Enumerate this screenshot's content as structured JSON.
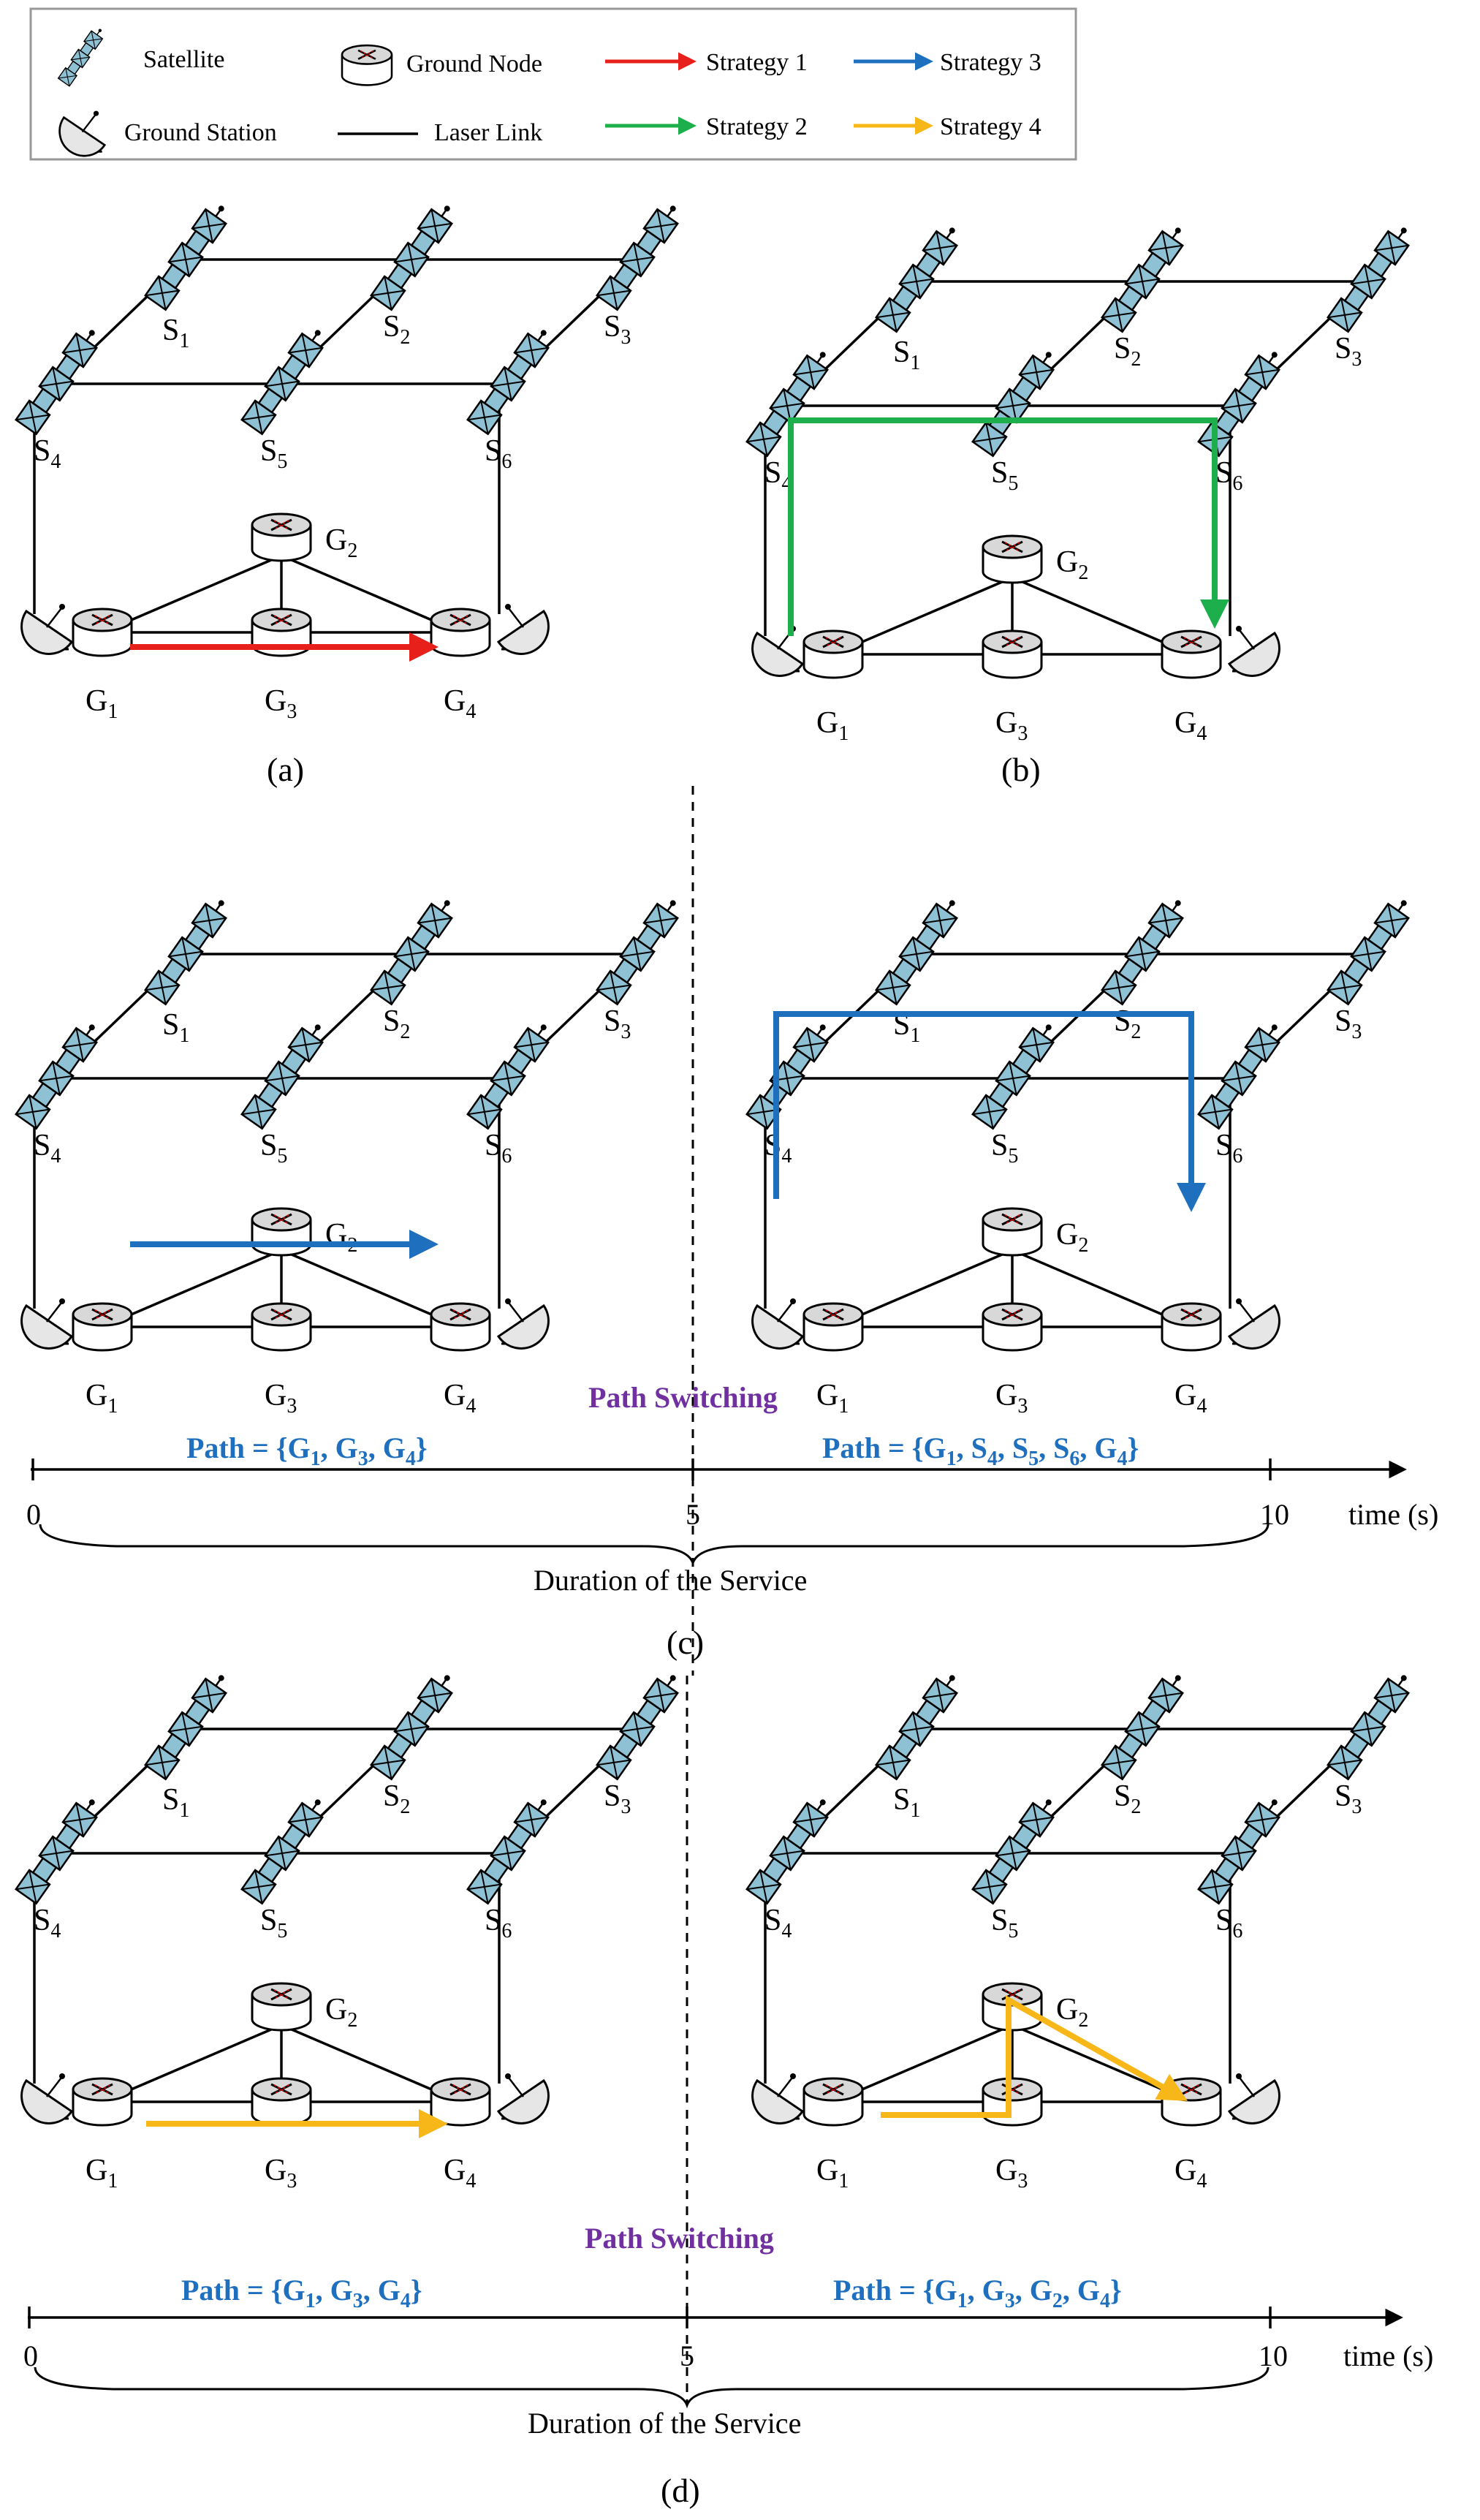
{
  "legend": {
    "satellite": "Satellite",
    "ground_node": "Ground Node",
    "ground_station": "Ground Station",
    "laser_link": "Laser Link",
    "strategy1": "Strategy 1",
    "strategy2": "Strategy 2",
    "strategy3": "Strategy 3",
    "strategy4": "Strategy 4"
  },
  "colors": {
    "strategy1": "#E8201C",
    "strategy2": "#1DAF4B",
    "strategy3": "#1F6FBF",
    "strategy4": "#F7B718",
    "satellite_body": "#8FC1D4",
    "path_text": "#1F6FBF",
    "switch_text": "#7030A0"
  },
  "node_labels": {
    "satellites": [
      "S1",
      "S2",
      "S3",
      "S4",
      "S5",
      "S6"
    ],
    "ground": [
      "G1",
      "G2",
      "G3",
      "G4"
    ]
  },
  "captions": [
    "(a)",
    "(b)",
    "(c)",
    "(d)"
  ],
  "timeline_c": {
    "switch_label": "Path Switching",
    "path_before": "Path = {G1, G3, G4}",
    "path_after": "Path = {G1, S4, S5, S6, G4}",
    "ticks": [
      "0",
      "5",
      "10"
    ],
    "axis_label": "time (s)",
    "duration_label": "Duration of the Service"
  },
  "timeline_d": {
    "switch_label": "Path Switching",
    "path_before": "Path = {G1, G3, G4}",
    "path_after": "Path = {G1, G3, G2, G4}",
    "ticks": [
      "0",
      "5",
      "10"
    ],
    "axis_label": "time (s)",
    "duration_label": "Duration of the Service"
  }
}
